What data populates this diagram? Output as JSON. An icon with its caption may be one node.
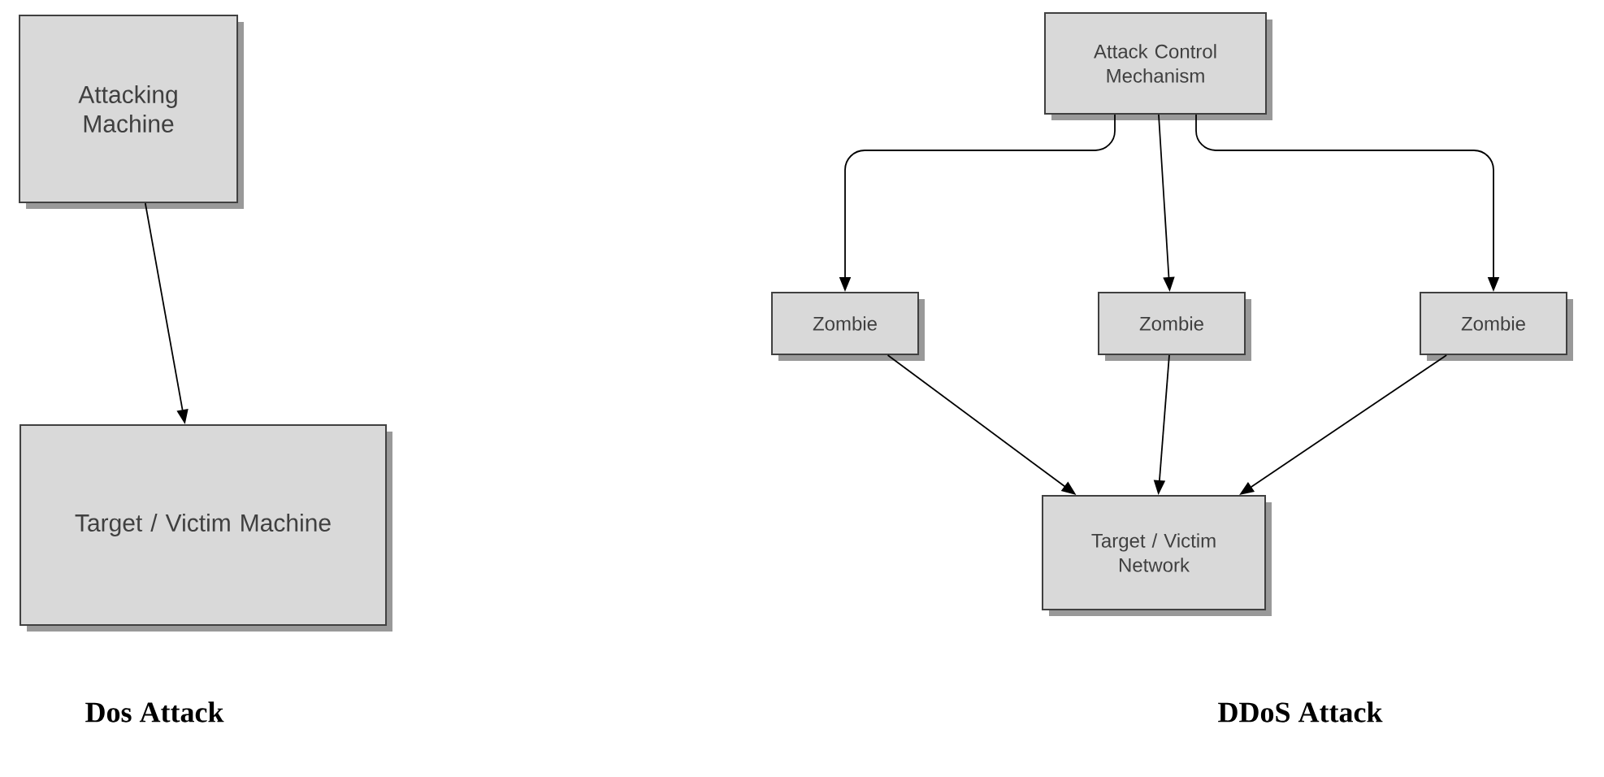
{
  "diagram": {
    "nodes": [
      {
        "text": [
          "Attacking Machine"
        ]
      },
      {
        "text": [
          "Target / Victim Machine"
        ]
      },
      {
        "text": [
          "Attack Control Mechanism"
        ]
      },
      {
        "text": [
          "Zombie"
        ]
      },
      {
        "text": [
          "Zombie"
        ]
      },
      {
        "text": [
          "Zombie"
        ]
      },
      {
        "text": [
          "Target / Victim Network"
        ]
      }
    ],
    "edges": [
      {
        "from": 0,
        "to": 1,
        "arrow": "to"
      },
      {
        "from": 2,
        "to": 3,
        "arrow": "to"
      },
      {
        "from": 2,
        "to": 4,
        "arrow": "to"
      },
      {
        "from": 2,
        "to": 5,
        "arrow": "to"
      },
      {
        "from": 3,
        "to": 6,
        "arrow": "to"
      },
      {
        "from": 4,
        "to": 6,
        "arrow": "to"
      },
      {
        "from": 5,
        "to": 6,
        "arrow": "to"
      }
    ],
    "labels": [
      "Dos Attack",
      "DDoS Attack"
    ]
  }
}
